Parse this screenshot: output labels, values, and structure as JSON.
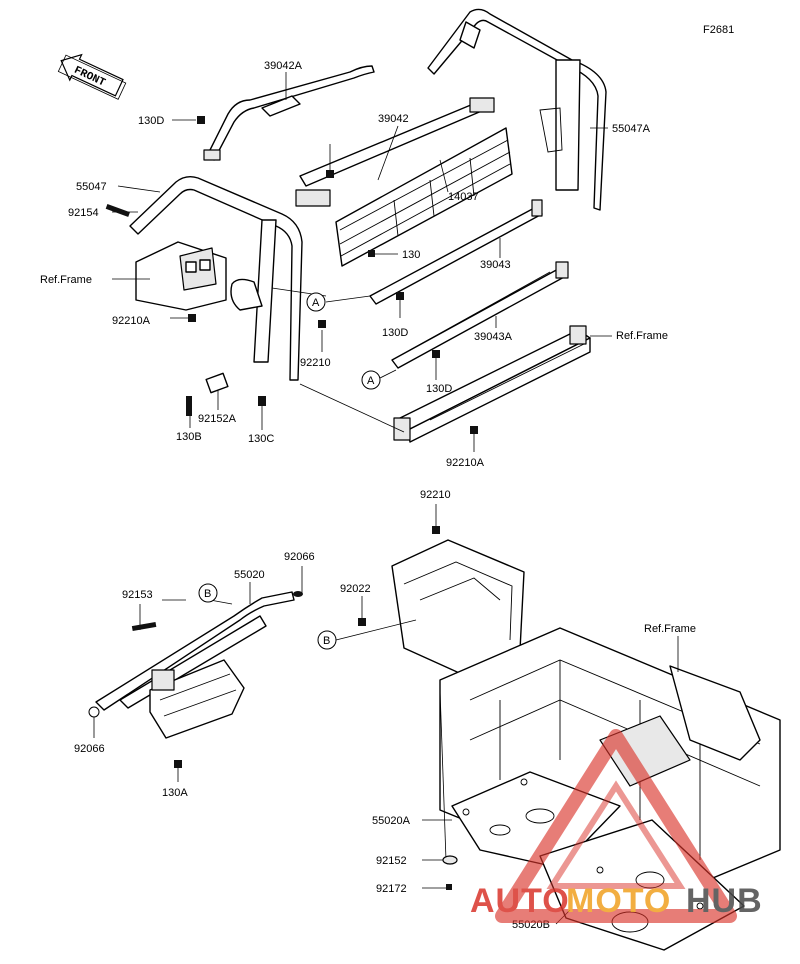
{
  "figure_id": "F2681",
  "front_label": "FRONT",
  "ref_marks": [
    "A",
    "B"
  ],
  "parts": [
    "39042A",
    "130D",
    "39042",
    "55047A",
    "55047",
    "92154",
    "14037",
    "130",
    "Ref.Frame",
    "39043",
    "92210A",
    "130D",
    "39043A",
    "Ref.Frame",
    "92210",
    "130D",
    "92152A",
    "130B",
    "130C",
    "92210A",
    "92210",
    "92066",
    "55020",
    "92153",
    "92022",
    "Ref.Frame",
    "92066",
    "130A",
    "55020A",
    "92152",
    "92172",
    "55020B"
  ],
  "watermark": {
    "text_red": "AUTO",
    "text_orange": "MOTO",
    "text_dark": "HUB"
  },
  "colors": {
    "watermark_red": "#d9342b",
    "watermark_orange": "#f0a020",
    "watermark_dark": "#4a4a4a"
  }
}
